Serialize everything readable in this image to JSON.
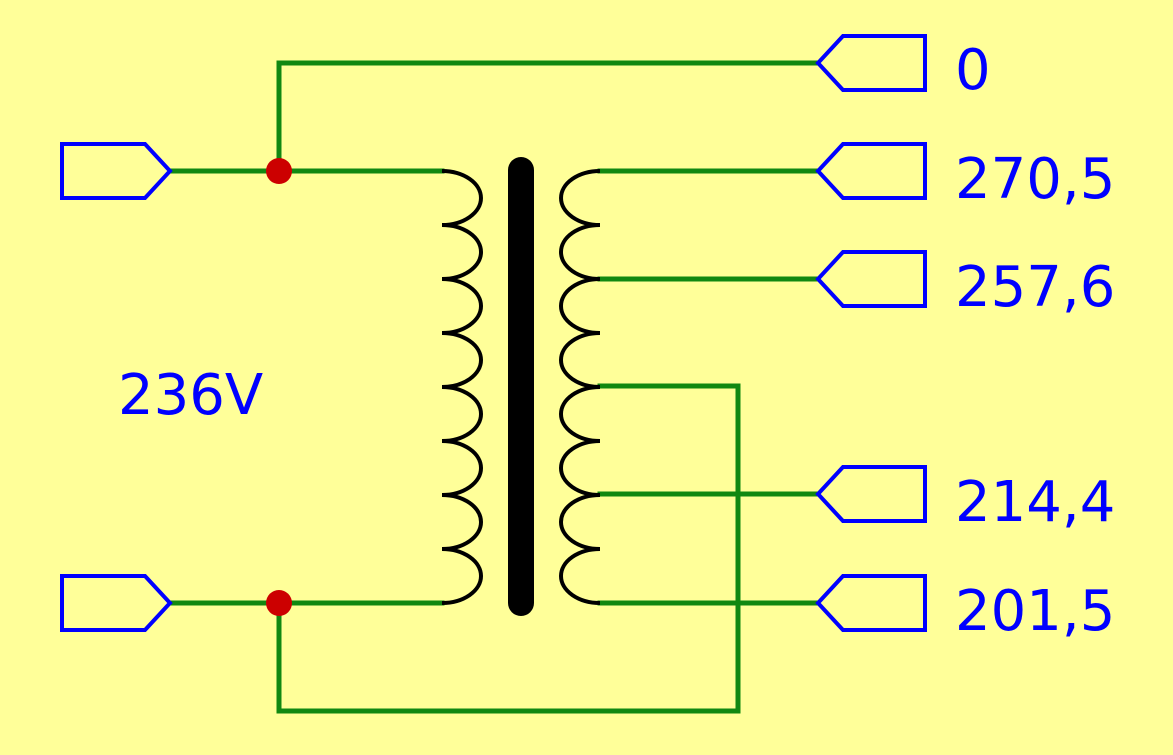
{
  "colors": {
    "background": "#ffff99",
    "wire": "#118811",
    "port": "#0000ff",
    "label": "#0000ff",
    "junction": "#cc0000",
    "coil": "#000000",
    "core": "#000000"
  },
  "primary": {
    "voltage_label": "236V"
  },
  "secondary_taps": [
    {
      "label": "0"
    },
    {
      "label": "270,5"
    },
    {
      "label": "257,6"
    },
    {
      "label": "214,4"
    },
    {
      "label": "201,5"
    }
  ]
}
